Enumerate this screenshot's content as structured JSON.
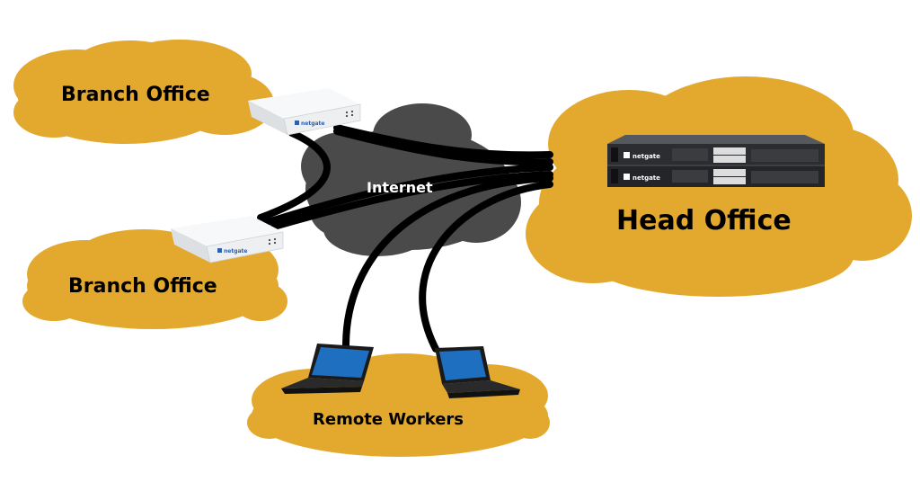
{
  "colors": {
    "cloud": "#E3A92F",
    "internet": "#4A4A4A",
    "cable": "#000000",
    "label": "#000000",
    "internet_label": "#FFFFFF",
    "device_body": "#EDEFF1",
    "rack_body": "#2B2D30",
    "laptop_screen": "#1E6FBF"
  },
  "labels": {
    "branch_office_top": "Branch Office",
    "branch_office_bottom": "Branch Office",
    "head_office": "Head Office",
    "internet": "Internet",
    "remote_workers": "Remote Workers"
  },
  "devices": {
    "router_brand": "netgate",
    "rack_brand": "netgate"
  },
  "icons": {
    "branch_router": "router-icon",
    "rack_server": "rack-server-icon",
    "laptop": "laptop-icon"
  }
}
